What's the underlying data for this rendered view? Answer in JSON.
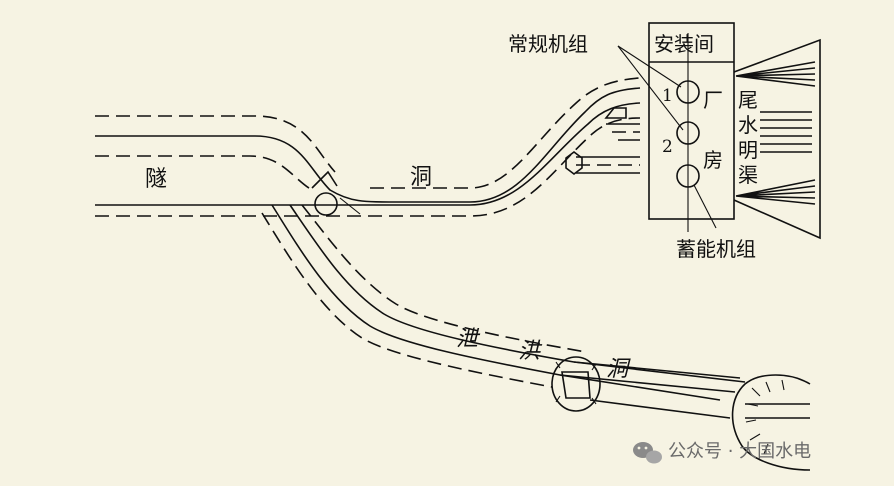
{
  "labels": {
    "tunnel_left": "隧",
    "tunnel_right": "洞",
    "conventional_units": "常规机组",
    "install_bay": "安装间",
    "unit_1": "1",
    "unit_2": "2",
    "plant_chars": [
      "厂",
      "房"
    ],
    "tailrace_chars": [
      "尾",
      "水",
      "明",
      "渠"
    ],
    "storage_units": "蓄能机组",
    "spillway_chars": [
      "泄",
      "洪",
      "洞"
    ]
  },
  "watermark": {
    "icon": "wechat-icon",
    "text": "公众号 · 大国水电"
  }
}
